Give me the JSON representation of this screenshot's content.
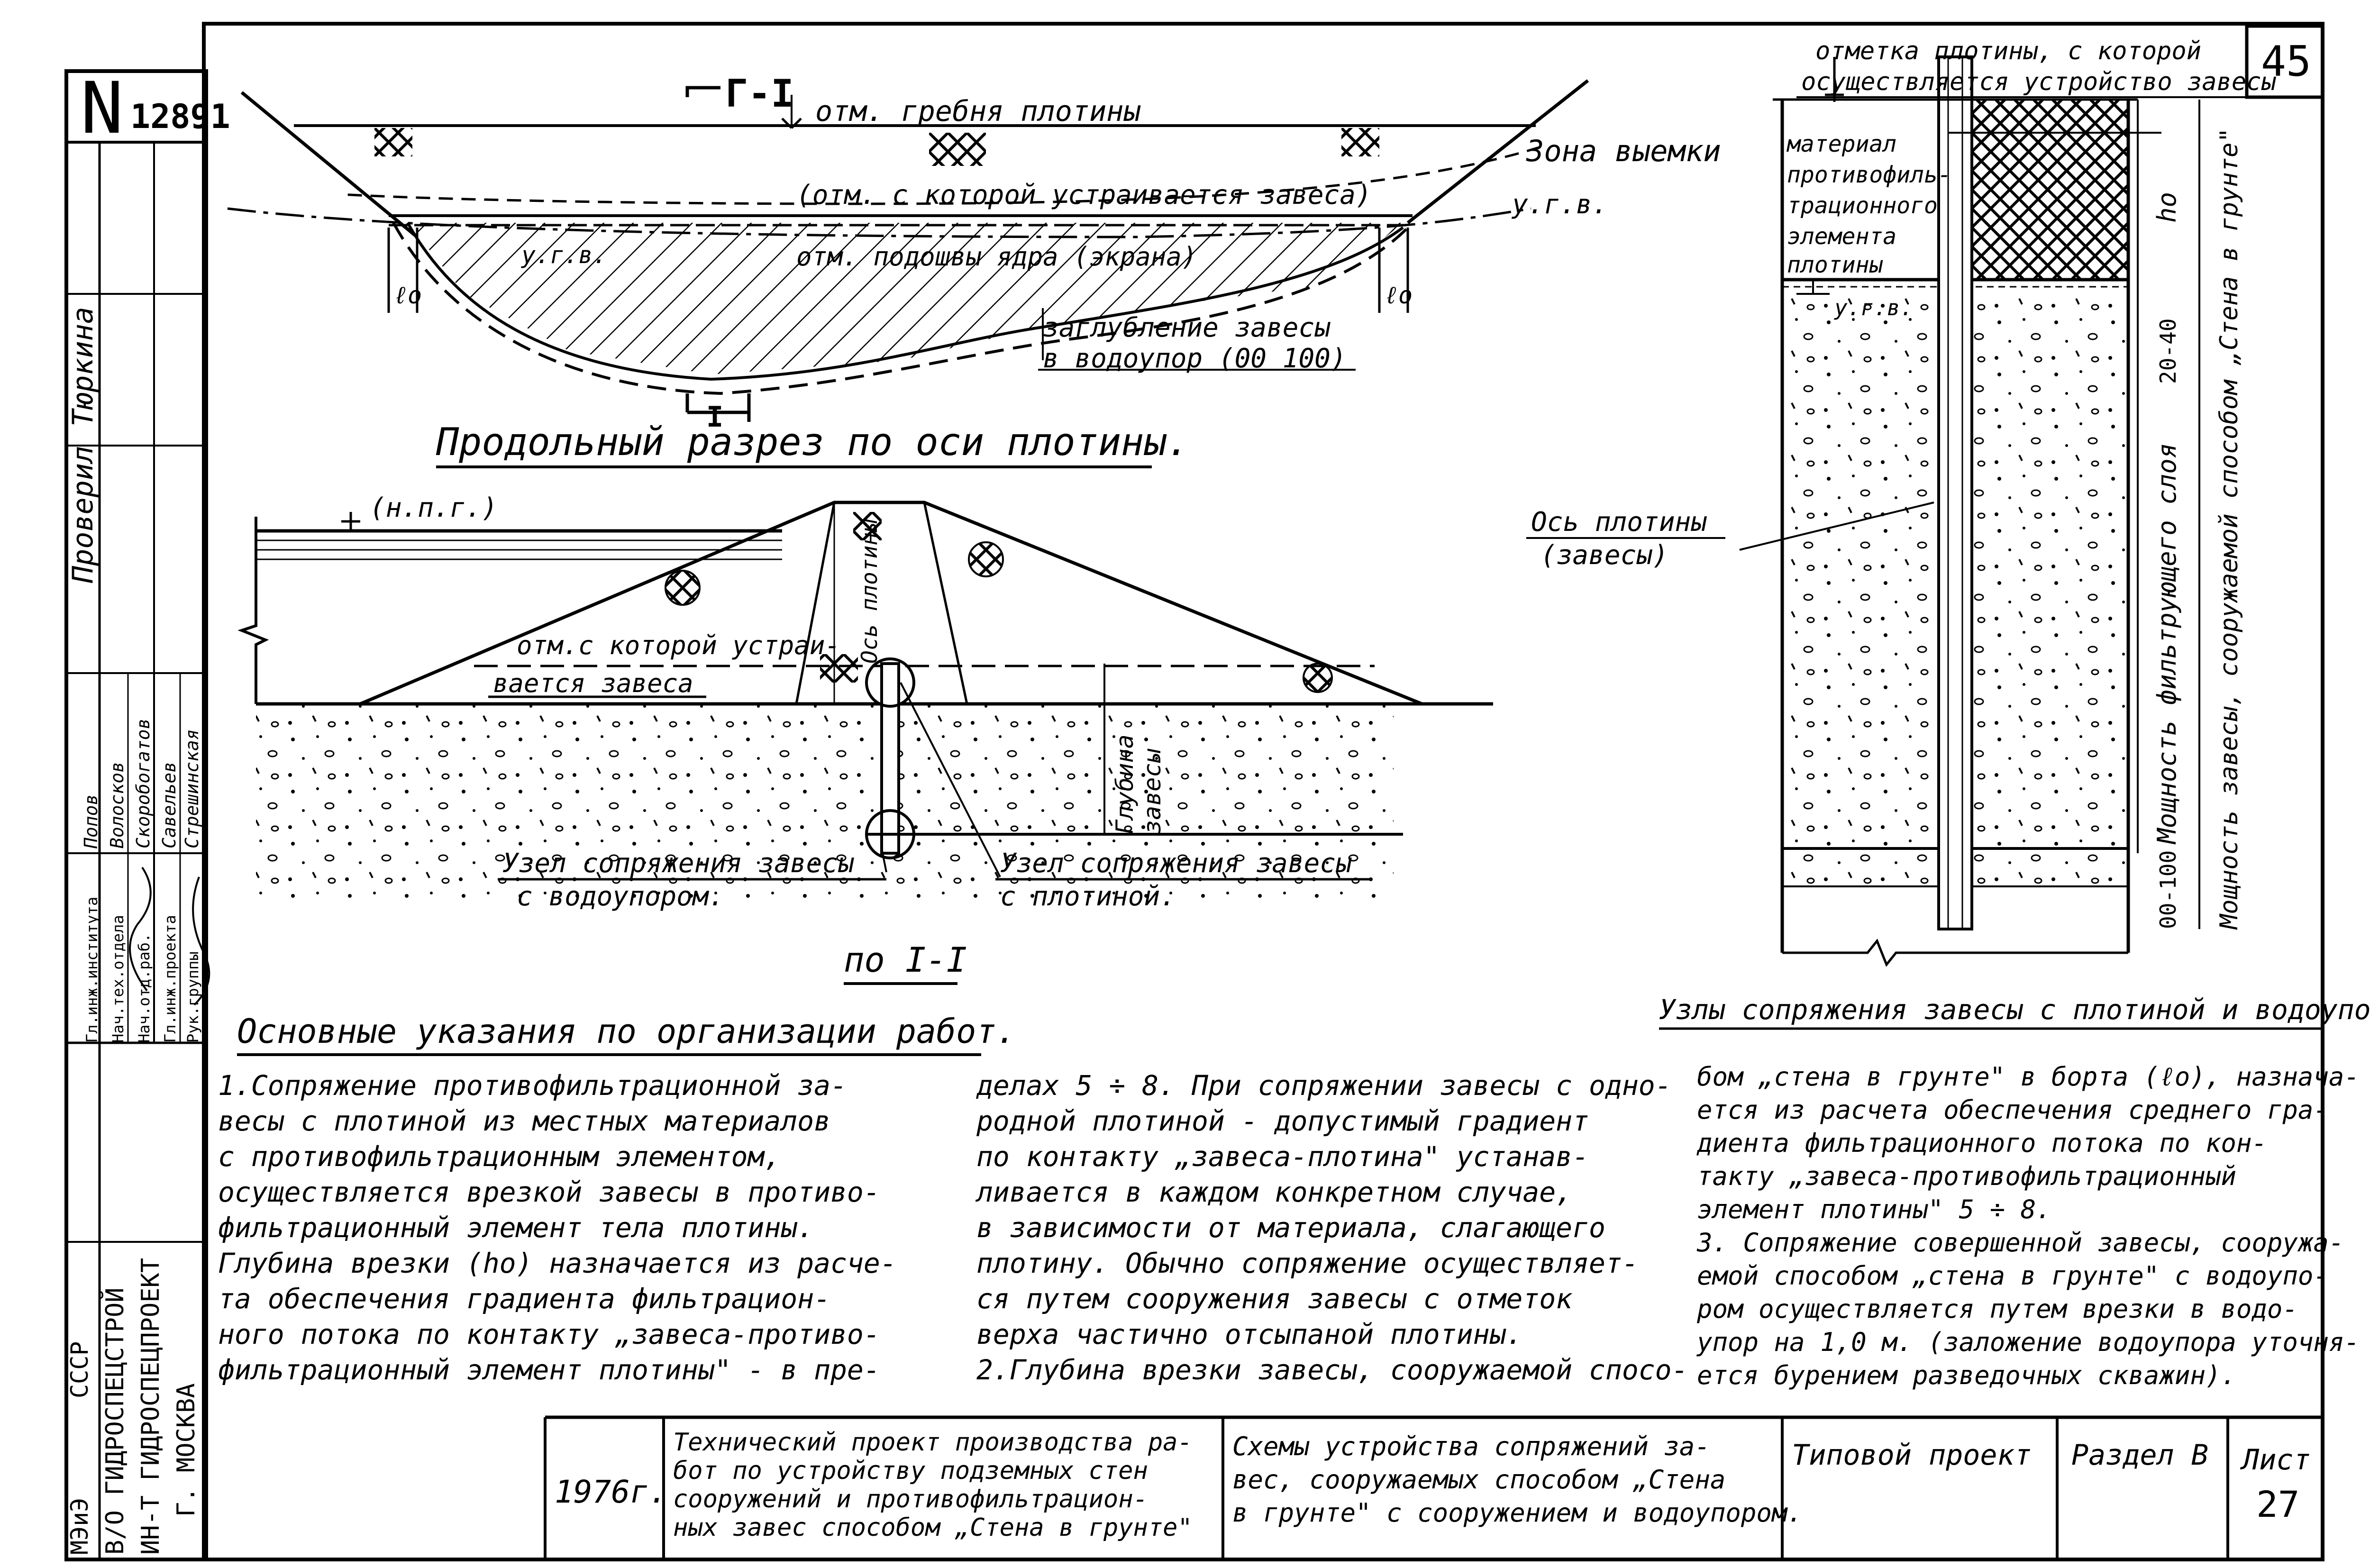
{
  "sheet": {
    "corner_number": "45",
    "archive_number": "12891",
    "archive_prefix": "N"
  },
  "longitudinal_section": {
    "section_mark_top": "Г-I",
    "section_mark_bottom": "I",
    "crest_label": "отм. гребня плотины",
    "curtain_start_label": "(отм. с которой устраивается завеса)",
    "core_base_label": "отм. подошвы ядра (экрана)",
    "excavation_zone": "Зона выемки",
    "water_level_right": "у.г.в.",
    "water_level_left": "у.г.в.",
    "lo_left": "ℓo",
    "lo_right": "ℓo",
    "aquitard_depth_line1": "заглубление завесы",
    "aquitard_depth_line2": "в водоупор (00 100)",
    "title": "Продольный разрез по оси плотины."
  },
  "cross_section": {
    "npg_label": "(н.п.г.)",
    "curtain_mark_line1": "отм.с которой устраи-",
    "curtain_mark_line2": "вается завеса",
    "dam_axis": "Ось плотины",
    "depth_line1": "Глубина",
    "depth_line2": "завесы",
    "node_aquitard_line1": "Узел сопряжения завесы",
    "node_aquitard_line2": "с водоупором.",
    "node_dam_line1": "Узел сопряжения завесы",
    "node_dam_line2": "с плотиной.",
    "title": "по I-I"
  },
  "node_detail": {
    "top_mark_line1": "отметка плотины, с которой",
    "top_mark_line2": "осуществляется устройство завесы",
    "material_line1": "материал",
    "material_line2": "противофиль-",
    "material_line3": "трационного",
    "material_line4": "элемента",
    "material_line5": "плотины",
    "water_level": "у.г.в.",
    "ho": "ho",
    "dim_2040": "20-40",
    "dim_00100": "00-100",
    "filter_layer": "Мощность фильтрующего слоя",
    "wall_thickness": "Мощность завесы, сооружаемой способом „Стена в грунте\"",
    "dam_axis_line1": "Ось плотины",
    "dam_axis_line2": "(завесы)",
    "title": "Узлы сопряжения завесы с плотиной и водоупором"
  },
  "notes": {
    "heading": "Основные указания по организации работ.",
    "col1": [
      "1.Сопряжение противофильтрационной за-",
      "весы с плотиной из местных материалов",
      "с противофильтрационным элементом,",
      "осуществляется врезкой завесы в противо-",
      "фильтрационный элемент тела плотины.",
      "  Глубина врезки (ho) назначается из расче-",
      "та обеспечения градиента фильтрацион-",
      "ного потока по контакту „завеса-противо-",
      "фильтрационный элемент плотины\" - в пре-"
    ],
    "col2": [
      "делах 5 ÷ 8. При сопряжении завесы с одно-",
      "родной плотиной - допустимый градиент",
      "по контакту „завеса-плотина\" устанав-",
      "ливается в каждом конкретном случае,",
      "в зависимости от материала, слагающего",
      "плотину. Обычно сопряжение осуществляет-",
      "ся путем сооружения завесы с отметок",
      "верха частично отсыпаной плотины.",
      "2.Глубина врезки завесы, сооружаемой спосо-"
    ],
    "col3": [
      "бом „стена в грунте\" в борта (ℓo), назнача-",
      "ется из расчета обеспечения среднего гра-",
      "диента фильтрационного потока по кон-",
      "такту „завеса-противофильтрационный",
      "элемент плотины\" 5 ÷ 8.",
      "3. Сопряжение совершенной завесы, сооружа-",
      "емой способом „стена в грунте\" с водоупо-",
      "ром осуществляется путем врезки в водо-",
      "упор на 1,0 м. (заложение водоупора уточня-",
      "ется бурением разведочных скважин)."
    ]
  },
  "title_block": {
    "year": "1976г.",
    "project_desc": [
      "Технический проект производства ра-",
      "бот по устройству подземных стен",
      "сооружений и противофильтрацион-",
      "ных завес способом „Стена в грунте\""
    ],
    "drawing_title": [
      "Схемы устройства сопряжений за-",
      "вес, сооружаемых способом „Стена",
      "в грунте\" с сооружением и водоупором."
    ],
    "typical_project": "Типовой проект",
    "section": "Раздел В",
    "sheet_label": "Лист",
    "sheet_number": "27"
  },
  "side_stamp": {
    "org": [
      "МЭиЭ",
      "СССР",
      "В/О ГИДРОСПЕЦСТРОЙ",
      "ИН-Т ГИДРОСПЕЦПРОЕКТ",
      "Г. МОСКВА"
    ],
    "roles": [
      "Рук.группы",
      "Гл.инж.проекта",
      "Нач.отд.раб.",
      "Нач.тех.отдела",
      "Гл.инж.института"
    ],
    "names": [
      "Стрешинская",
      "Савельев",
      "Скоробогатов",
      "Волосков",
      "Попов"
    ],
    "checked_label": "Проверил",
    "checked_name": "Тюркина"
  }
}
